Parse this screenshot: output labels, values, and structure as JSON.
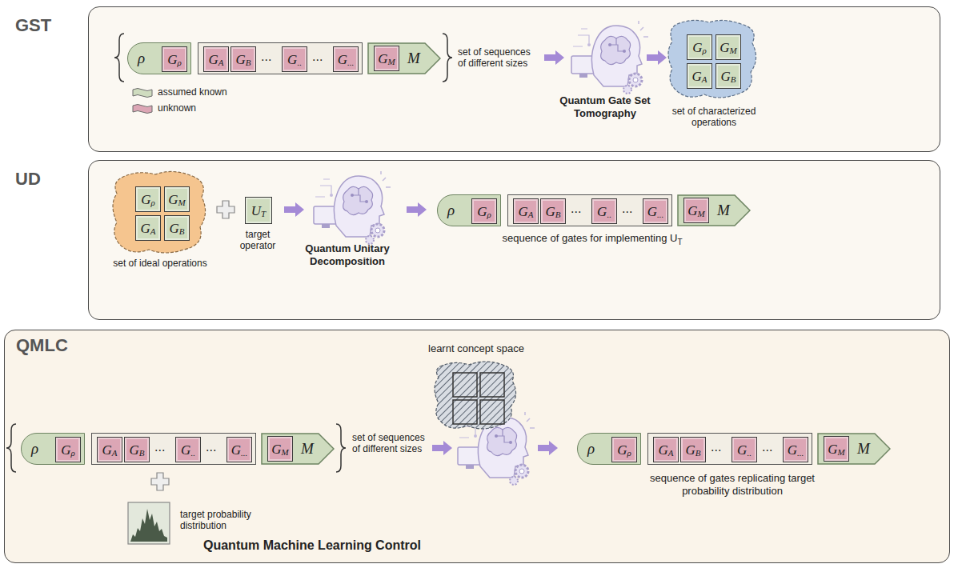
{
  "diagram": {
    "nodes": [
      {
        "text": [
          "GST"
        ]
      },
      {
        "text": [
          "ρ"
        ],
        "in": 0
      },
      {
        "text": [
          "G",
          "ρ"
        ],
        "in": 1
      },
      {
        "text": [
          "...",
          "..."
        ],
        "in": 0
      },
      {
        "text": [
          "G",
          "A"
        ],
        "in": 3
      },
      {
        "text": [
          "G",
          "B"
        ],
        "in": 3
      },
      {
        "text": [
          "G",
          ".."
        ],
        "in": 3
      },
      {
        "text": [
          "G",
          "..."
        ],
        "in": 3
      },
      {
        "text": [
          "M"
        ],
        "in": 0
      },
      {
        "text": [
          "G",
          "M"
        ],
        "in": 8
      },
      {
        "text": [
          "G",
          "ρ"
        ],
        "in": 0
      },
      {
        "text": [
          "G",
          "M"
        ],
        "in": 0
      },
      {
        "text": [
          "G",
          "A"
        ],
        "in": 0
      },
      {
        "text": [
          "G",
          "B"
        ],
        "in": 0
      },
      {
        "text": [
          "UD"
        ]
      },
      {
        "text": [
          "G",
          "ρ"
        ],
        "in": 14
      },
      {
        "text": [
          "G",
          "M"
        ],
        "in": 14
      },
      {
        "text": [
          "G",
          "A"
        ],
        "in": 14
      },
      {
        "text": [
          "G",
          "B"
        ],
        "in": 14
      },
      {
        "text": [
          "U",
          "T"
        ],
        "in": 14
      },
      {
        "text": [
          "ρ"
        ],
        "in": 14
      },
      {
        "text": [
          "G",
          "ρ"
        ],
        "in": 20
      },
      {
        "text": [
          "...",
          "..."
        ],
        "in": 14
      },
      {
        "text": [
          "G",
          "A"
        ],
        "in": 22
      },
      {
        "text": [
          "G",
          "B"
        ],
        "in": 22
      },
      {
        "text": [
          "G",
          ".."
        ],
        "in": 22
      },
      {
        "text": [
          "G",
          "..."
        ],
        "in": 22
      },
      {
        "text": [
          "M"
        ],
        "in": 14
      },
      {
        "text": [
          "G",
          "M"
        ],
        "in": 27
      },
      {
        "text": [
          "QMLC"
        ]
      },
      {
        "text": [
          "ρ"
        ],
        "in": 29
      },
      {
        "text": [
          "G",
          "ρ"
        ],
        "in": 30
      },
      {
        "text": [
          "...",
          "..."
        ],
        "in": 29
      },
      {
        "text": [
          "G",
          "A"
        ],
        "in": 32
      },
      {
        "text": [
          "G",
          "B"
        ],
        "in": 32
      },
      {
        "text": [
          "G",
          ".."
        ],
        "in": 32
      },
      {
        "text": [
          "G",
          "..."
        ],
        "in": 32
      },
      {
        "text": [
          "M"
        ],
        "in": 29
      },
      {
        "text": [
          "G",
          "M"
        ],
        "in": 37
      },
      {
        "text": [
          "ρ"
        ],
        "in": 29
      },
      {
        "text": [
          "G",
          "ρ"
        ],
        "in": 39
      },
      {
        "text": [
          "...",
          "..."
        ],
        "in": 29
      },
      {
        "text": [
          "G",
          "A"
        ],
        "in": 41
      },
      {
        "text": [
          "G",
          "B"
        ],
        "in": 41
      },
      {
        "text": [
          "G",
          ".."
        ],
        "in": 41
      },
      {
        "text": [
          "G",
          "..."
        ],
        "in": 41
      },
      {
        "text": [
          "M"
        ],
        "in": 29
      },
      {
        "text": [
          "G",
          "M"
        ],
        "in": 46
      }
    ],
    "labels": [
      "set of sequences of different sizes",
      "Quantum Gate Set Tomography",
      "set of characterized operations",
      "set of ideal operations",
      "target operator",
      "Quantum Unitary Decomposition",
      "sequence of gates for implementing U",
      "T",
      "learnt concept space",
      "set of sequences of different sizes",
      "target probability distribution",
      "Quantum Machine Learning Control",
      "sequence of gates replicating target probability distribution"
    ],
    "legend": [
      {
        "text": "assumed known",
        "color": "#cfdcbf"
      },
      {
        "text": "unknown",
        "color": "#dca6b5"
      }
    ]
  }
}
